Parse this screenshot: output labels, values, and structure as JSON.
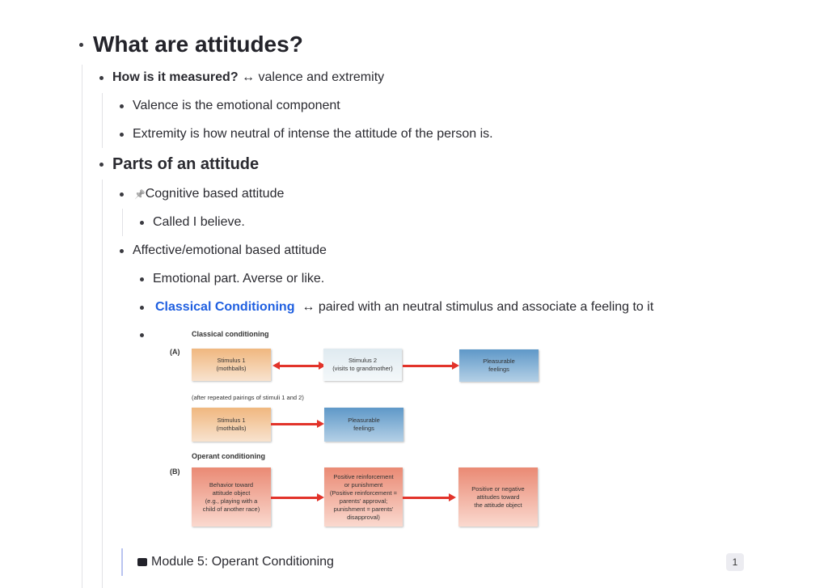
{
  "title": "What are attitudes?",
  "measured": {
    "label": "How is it measured?",
    "arrow": "↔",
    "text": "valence and extremity"
  },
  "valence": "Valence is the emotional component",
  "extremity": "Extremity is how neutral of intense the attitude of the person is.",
  "parts": "Parts of an attitude",
  "cognitive": {
    "icon": "pin-icon",
    "glyph": "📌",
    "text": "Cognitive based attitude"
  },
  "called": "Called I believe.",
  "affective": "Affective/emotional based attitude",
  "emotional": "Emotional part. Averse or like.",
  "classical": {
    "link": "Classical Conditioning",
    "arrow": "↔",
    "text": "paired with an neutral stimulus and associate a feeling to it"
  },
  "diagram": {
    "classical_title": "Classical conditioning",
    "a": "(A)",
    "s1": "Stimulus 1",
    "s1b": "(mothballs)",
    "s2": "Stimulus 2",
    "s2b": "(visits to grandmother)",
    "pf": "Pleasurable",
    "pfb": "feelings",
    "after": "(after repeated pairings of stimuli 1 and 2)",
    "operant_title": "Operant conditioning",
    "b": "(B)",
    "beh": [
      "Behavior toward",
      "attitude object",
      "(e.g., playing with a",
      "child of another race)"
    ],
    "pos": [
      "Positive reinforcement",
      "or punishment",
      "(Positive reinforcement =",
      "parents' approval;",
      "punishment = parents'",
      "disapproval)"
    ],
    "att": [
      "Positive or negative",
      "attitudes toward",
      "the attitude object"
    ]
  },
  "module": {
    "icon": "folder-icon",
    "text": "Module 5: Operant Conditioning",
    "count": "1"
  }
}
